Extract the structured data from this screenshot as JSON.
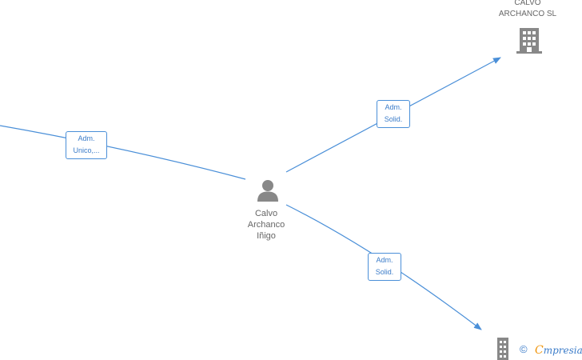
{
  "nodes": {
    "company_top": {
      "name_lines": [
        "CALVO",
        "ARCHANCO  SL"
      ]
    },
    "person": {
      "name_lines": [
        "Calvo",
        "Archanco",
        "Iñigo"
      ]
    }
  },
  "edges": [
    {
      "label_lines": [
        "Adm.",
        "Unico,..."
      ]
    },
    {
      "label_lines": [
        "Adm.",
        "Solid."
      ]
    },
    {
      "label_lines": [
        "Adm.",
        "Solid."
      ]
    }
  ],
  "icons": {
    "company": "building-icon",
    "person": "person-icon"
  },
  "footer": {
    "copyright": "©",
    "brand_first": "C",
    "brand_rest": "mpresia"
  },
  "colors": {
    "edge": "#4a8fd8",
    "edge_text": "#3b7cc9",
    "node_icon": "#888888",
    "node_text": "#666666",
    "brand_accent": "#f0940a"
  }
}
